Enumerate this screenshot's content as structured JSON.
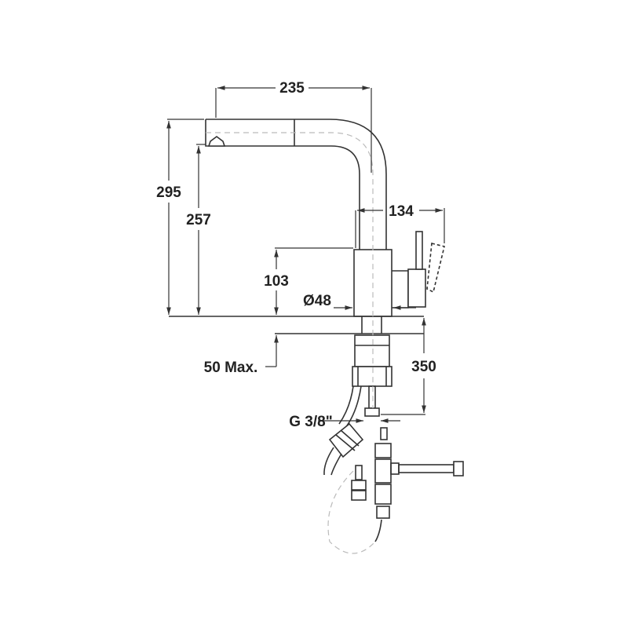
{
  "drawing": {
    "subject": "pull-out kitchen faucet technical drawing",
    "stroke_color": "#333333",
    "dash_color": "#bbbbbb",
    "background": "#ffffff"
  },
  "dimensions": {
    "spout_reach": "235",
    "total_height": "295",
    "spout_height": "257",
    "lever_reach": "134",
    "body_height": "103",
    "body_diameter": "Ø48",
    "max_deck_thickness": "50 Max.",
    "hose_length": "350",
    "thread": "G 3/8\""
  }
}
